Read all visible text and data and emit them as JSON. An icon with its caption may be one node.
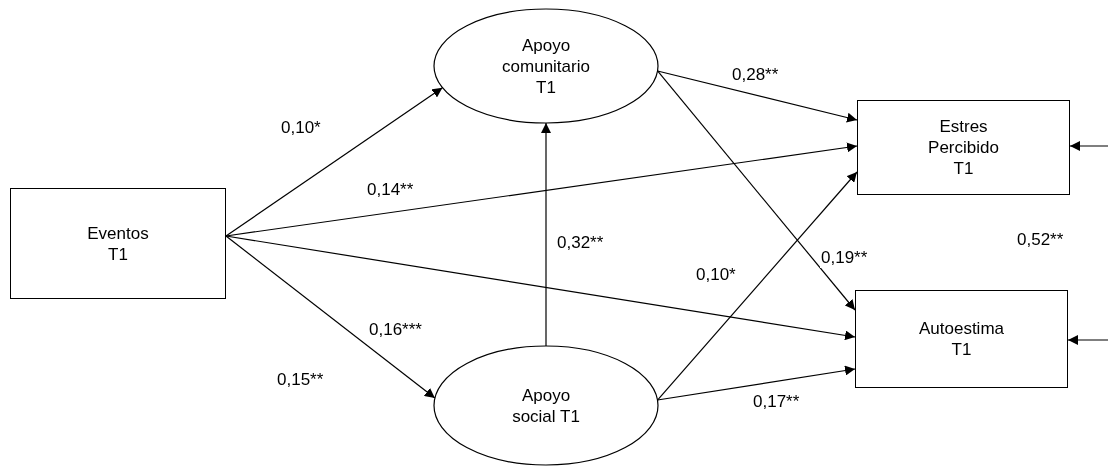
{
  "diagram": {
    "nodes": [
      {
        "text": [
          "Eventos T1"
        ]
      },
      {
        "text": [
          "Apoyo comunitario T1"
        ]
      },
      {
        "text": [
          "Apoyo social T1"
        ]
      },
      {
        "text": [
          "Estres Percibido T1"
        ]
      },
      {
        "text": [
          "Autoestima T1"
        ]
      }
    ],
    "edges": [
      {
        "from": 0,
        "to": 1,
        "arrow": "to",
        "label": "0,10*"
      },
      {
        "from": 0,
        "to": 3,
        "arrow": "to",
        "label": "0,14**"
      },
      {
        "from": 0,
        "to": 4,
        "arrow": "to"
      },
      {
        "from": 0,
        "to": 2,
        "arrow": "to",
        "label": "0,16***"
      },
      {
        "from": 2,
        "to": 1,
        "arrow": "to",
        "label": "0,32**"
      },
      {
        "from": 1,
        "to": 3,
        "arrow": "to",
        "label": "0,28**"
      },
      {
        "from": 1,
        "to": 4,
        "arrow": "to",
        "label": "0,19**"
      },
      {
        "from": 2,
        "to": 3,
        "arrow": "to",
        "label": "0,10*"
      },
      {
        "from": 2,
        "to": 4,
        "arrow": "to",
        "label": "0,17**"
      },
      {
        "from": null,
        "to": 3,
        "arrow": "to"
      },
      {
        "from": null,
        "to": 4,
        "arrow": "to"
      }
    ],
    "labels": [
      "0,15**",
      "0,52**"
    ]
  }
}
